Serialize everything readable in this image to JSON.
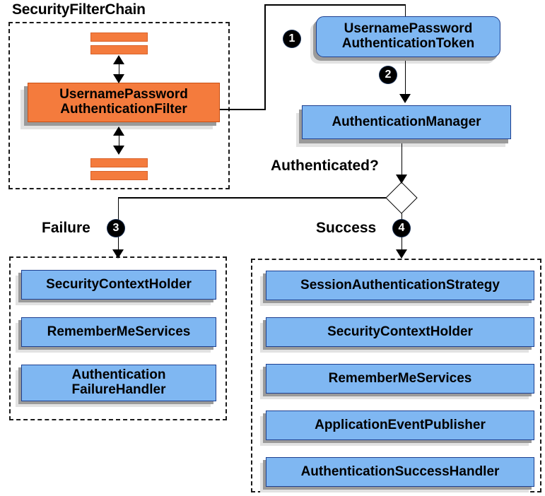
{
  "diagram": {
    "title_text": "SecurityFilterChain",
    "colors": {
      "orange": "#F47B3D",
      "blue": "#7FB7F2",
      "badge": "#000000",
      "group_border": "#1a1a1a"
    }
  },
  "groups": [
    {
      "name": "security-filter-chain",
      "title": "SecurityFilterChain"
    },
    {
      "name": "failure-group",
      "title": ""
    },
    {
      "name": "success-group",
      "title": ""
    }
  ],
  "filter_chain": {
    "label": "SecurityFilterChain",
    "main_filter": "UsernamePassword\nAuthenticationFilter",
    "bars": [
      {
        "name": "filter-bar-1"
      },
      {
        "name": "filter-bar-2"
      },
      {
        "name": "filter-bar-3"
      },
      {
        "name": "filter-bar-4"
      }
    ]
  },
  "flow": {
    "token_box": "UsernamePassword\nAuthenticationToken",
    "manager_box": "AuthenticationManager",
    "decision_label": "Authenticated?",
    "failure_label": "Failure",
    "success_label": "Success"
  },
  "badges": {
    "one": "1",
    "two": "2",
    "three": "3",
    "four": "4"
  },
  "failure_boxes": [
    {
      "label": "SecurityContextHolder"
    },
    {
      "label": "RememberMeServices"
    },
    {
      "label": "Authentication\nFailureHandler"
    }
  ],
  "success_boxes": [
    {
      "label": "SessionAuthenticationStrategy"
    },
    {
      "label": "SecurityContextHolder"
    },
    {
      "label": "RememberMeServices"
    },
    {
      "label": "ApplicationEventPublisher"
    },
    {
      "label": "AuthenticationSuccessHandler"
    }
  ]
}
